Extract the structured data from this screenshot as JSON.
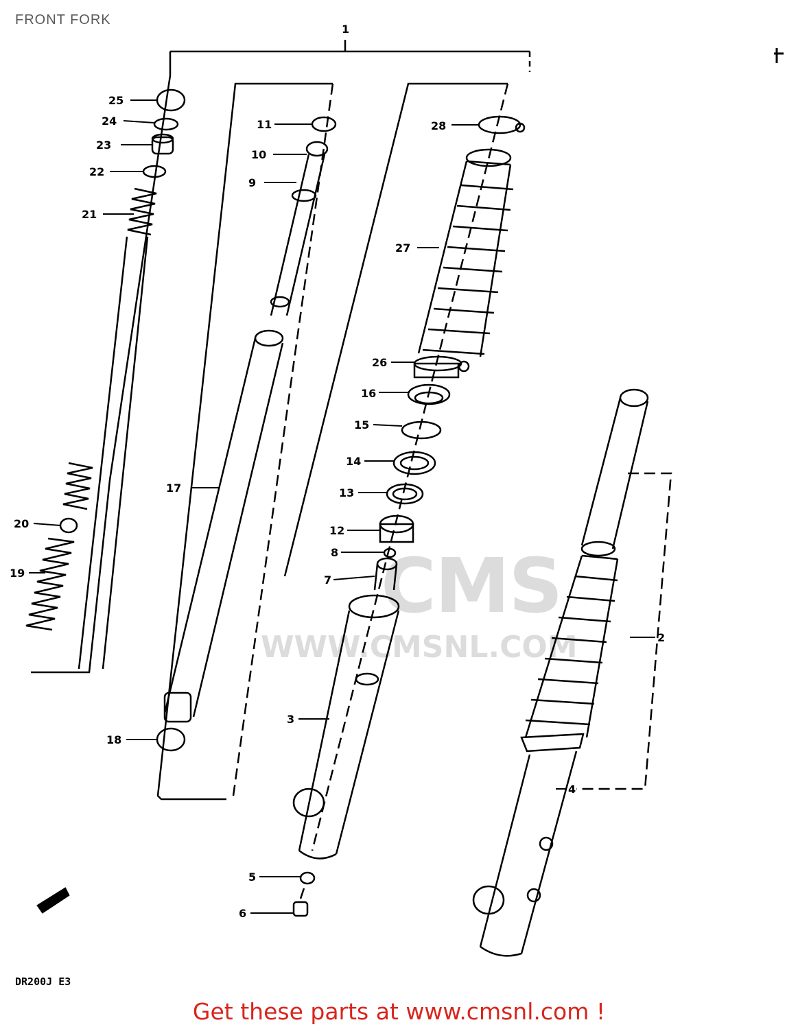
{
  "page": {
    "title": "FRONT FORK",
    "model_code": "DR200J  E3",
    "call_to_action": "Get these parts at www.cmsnl.com !",
    "watermark_logo": "CMS",
    "watermark_url": "WWW.CMSNL.COM",
    "accent_color": "#d9251c"
  },
  "diagram": {
    "part_numbers": [
      "1",
      "2",
      "3",
      "4",
      "5",
      "6",
      "7",
      "8",
      "9",
      "10",
      "11",
      "12",
      "13",
      "14",
      "15",
      "16",
      "17",
      "18",
      "19",
      "20",
      "21",
      "22",
      "23",
      "24",
      "25",
      "26",
      "27",
      "28"
    ]
  }
}
